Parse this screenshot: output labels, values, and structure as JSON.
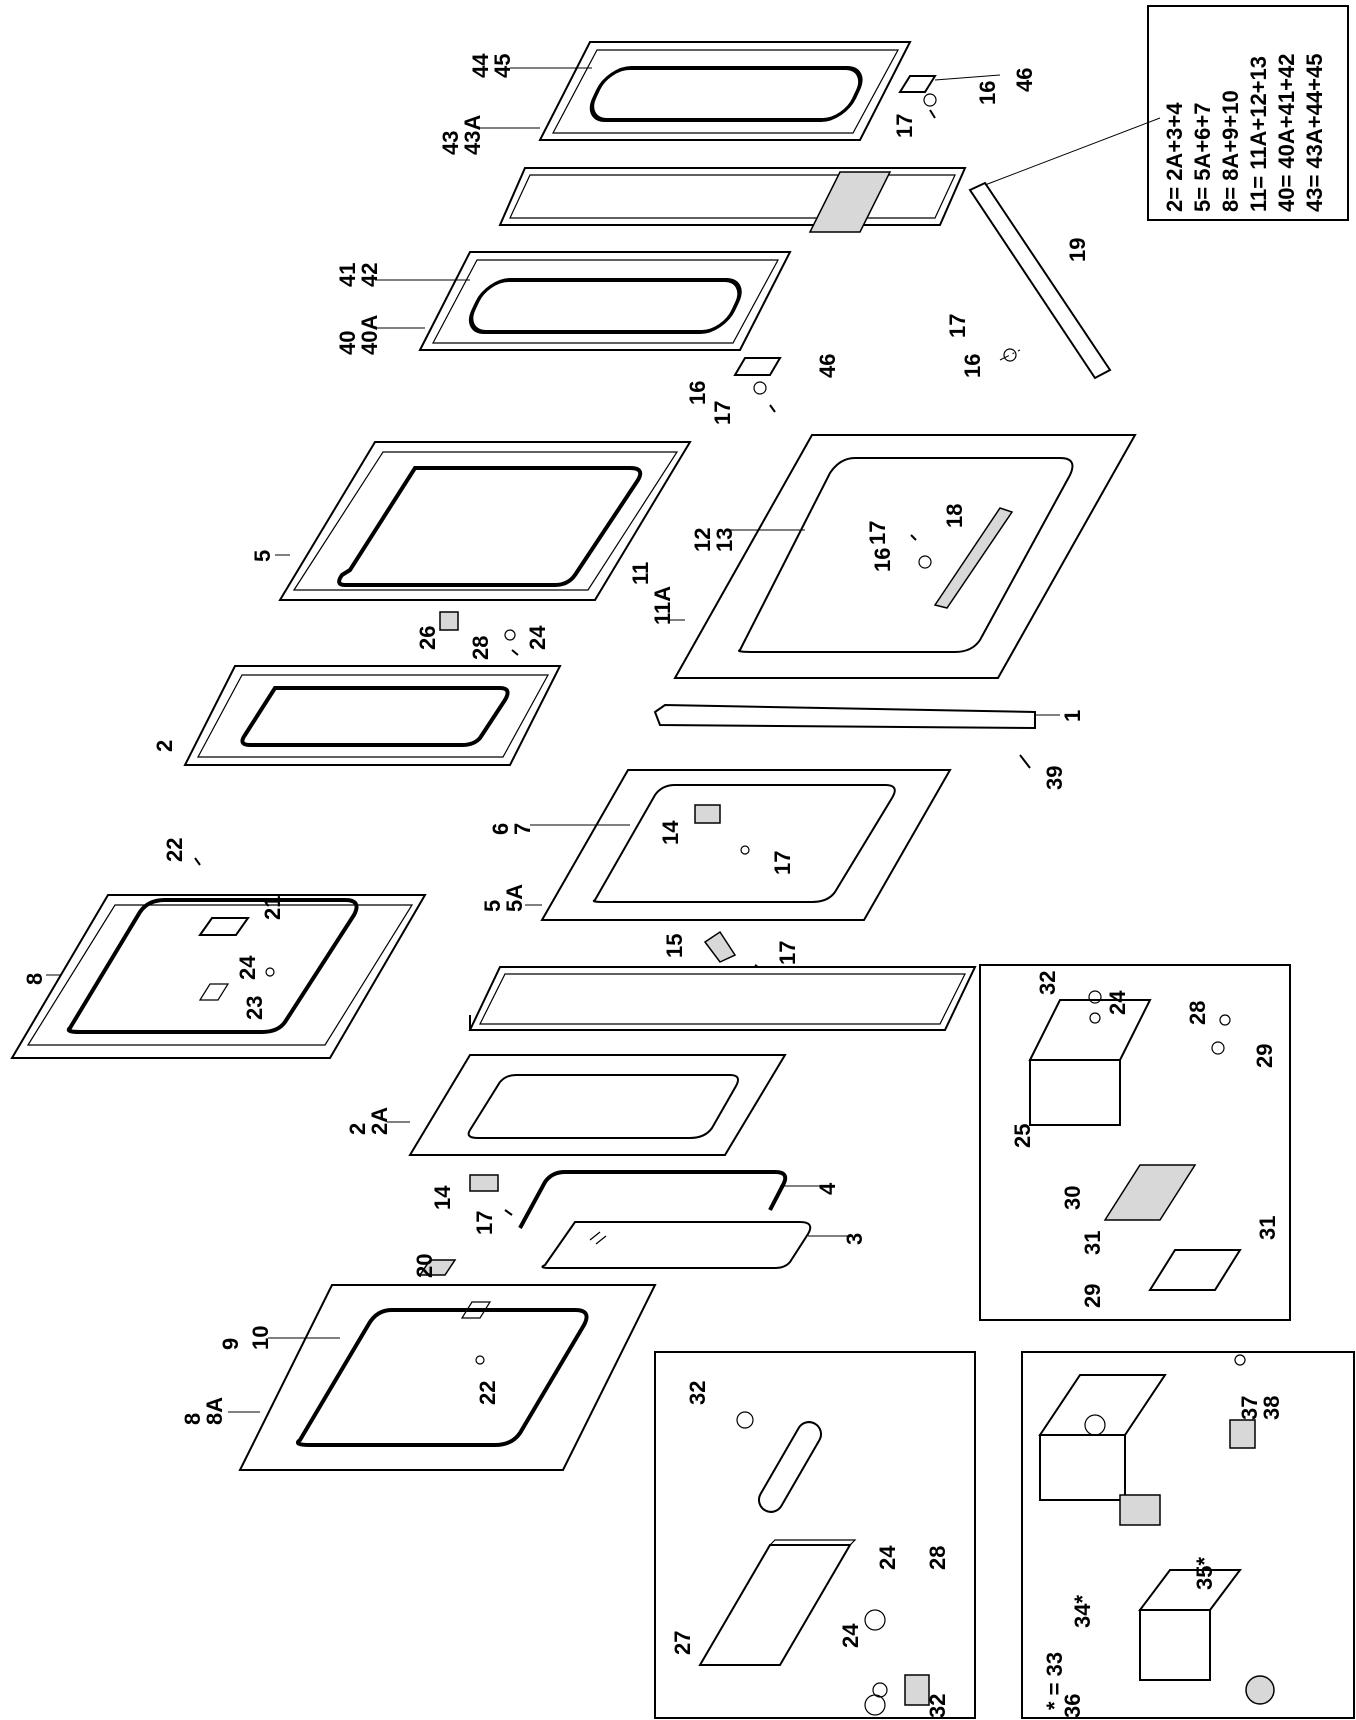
{
  "legend": {
    "lines": [
      "2=  2A+3+4",
      "5=  5A+6+7",
      "8=  8A+9+10",
      "11=  11A+12+13",
      "40=  40A+41+42",
      "43=  43A+44+45"
    ]
  },
  "inset_note": "* = 33",
  "callouts": {
    "c1": "1",
    "c2a": "2",
    "c2b": "2",
    "c2A": "2A",
    "c3": "3",
    "c4": "4",
    "c5a": "5",
    "c5b": "5",
    "c5A": "5A",
    "c6": "6",
    "c7": "7",
    "c8a": "8",
    "c8b": "8",
    "c8A": "8A",
    "c9": "9",
    "c10": "10",
    "c11": "11",
    "c11A": "11A",
    "c12": "12",
    "c13": "13",
    "c14a": "14",
    "c14b": "14",
    "c15": "15",
    "c16a": "16",
    "c16b": "16",
    "c16c": "16",
    "c16d": "16",
    "c17a": "17",
    "c17b": "17",
    "c17c": "17",
    "c17d": "17",
    "c17e": "17",
    "c17f": "17",
    "c17g": "17",
    "c18": "18",
    "c19": "19",
    "c20": "20",
    "c21": "21",
    "c22a": "22",
    "c22b": "22",
    "c23": "23",
    "c24a": "24",
    "c24b": "24",
    "c24c": "24",
    "c24d": "24",
    "c24e": "24",
    "c25": "25",
    "c26": "26",
    "c27": "27",
    "c28a": "28",
    "c28b": "28",
    "c28c": "28",
    "c29a": "29",
    "c29b": "29",
    "c30": "30",
    "c31a": "31",
    "c31b": "31",
    "c32a": "32",
    "c32b": "32",
    "c32c": "32",
    "c34": "34*",
    "c35": "35*",
    "c36": "36",
    "c37": "37",
    "c38": "38",
    "c39": "39",
    "c40": "40",
    "c40A": "40A",
    "c41": "41",
    "c42": "42",
    "c43": "43",
    "c43A": "43A",
    "c44": "44",
    "c45": "45",
    "c46a": "46",
    "c46b": "46"
  }
}
